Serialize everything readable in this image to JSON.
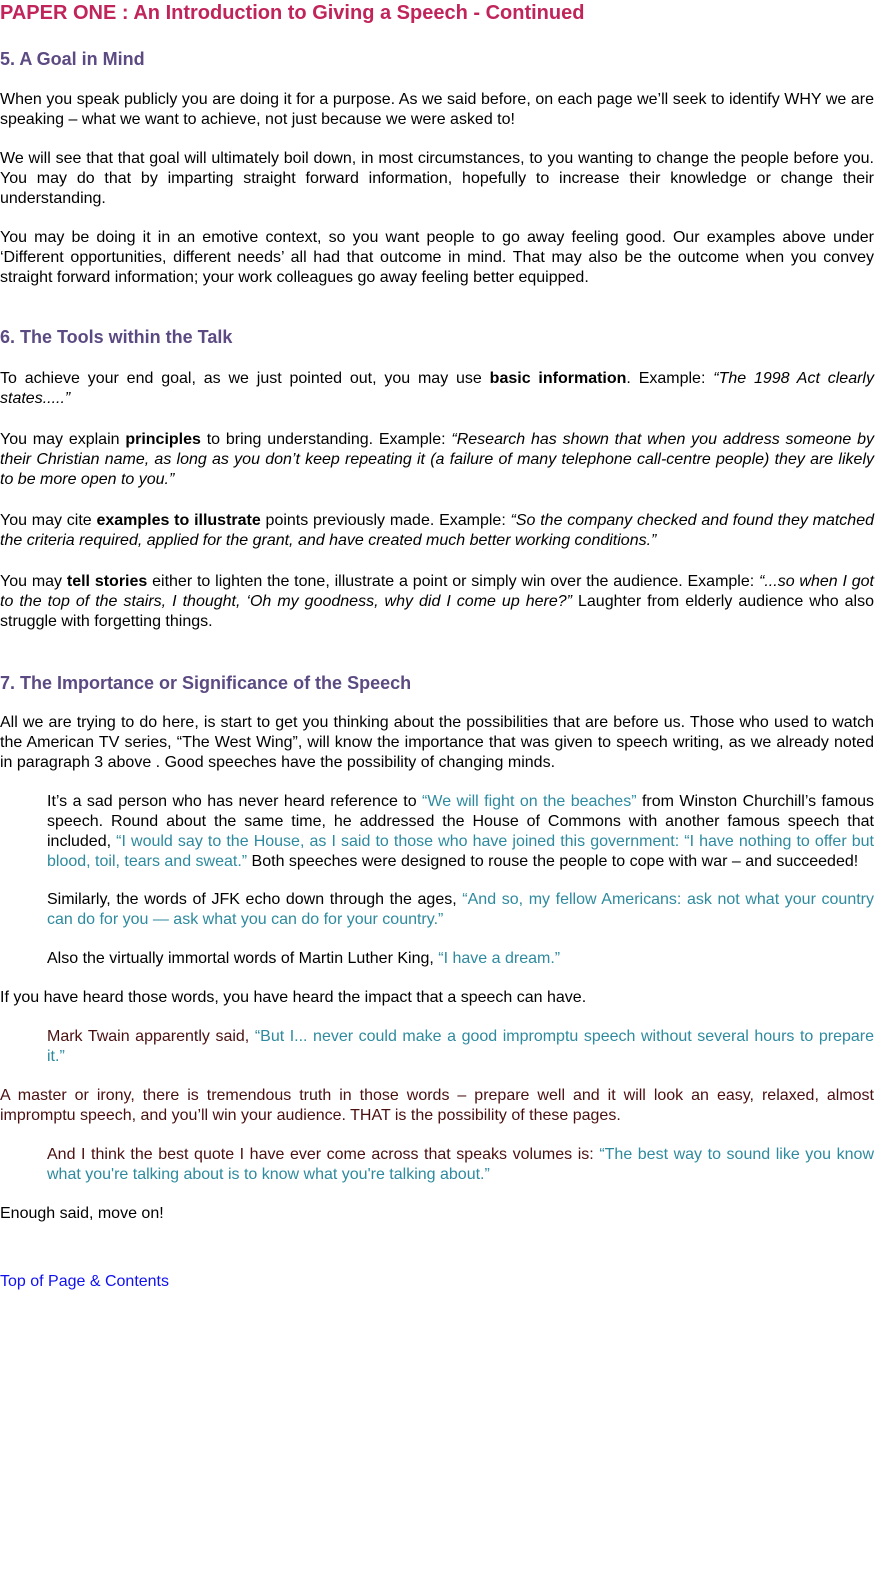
{
  "title": "PAPER ONE : An Introduction to Giving a Speech - Continued",
  "colors": {
    "title": "#c0245a",
    "heading": "#5c4a82",
    "quote": "#2e8a9e",
    "dark_text": "#4a1010",
    "link": "#1010ee"
  },
  "sec5": {
    "heading": "5. A Goal in Mind",
    "p1": "When you speak publicly you are doing it for a purpose. As we said before, on each page we’ll seek to identify WHY we are speaking – what we want to achieve, not just because we were asked to!",
    "p2": "We will see that that goal will ultimately boil down, in most circumstances, to you wanting to change the people before you. You may do that by imparting straight forward information, hopefully to increase their knowledge or change their understanding.",
    "p3": "You may be doing it in an emotive context, so you want people to go away feeling good. Our examples above under ‘Different opportunities, different needs’ all had that outcome in mind. That may also be the outcome when you convey straight forward information; your work colleagues go away feeling better equipped."
  },
  "sec6": {
    "heading": "6. The Tools within the Talk",
    "p1_a": "To achieve your end goal, as we just pointed out, you may use ",
    "p1_b": "basic information",
    "p1_c": ". Example: ",
    "p1_d": "“The 1998 Act clearly states.....”",
    "p2_a": "You may explain ",
    "p2_b": "principles",
    "p2_c": " to bring understanding. Example: ",
    "p2_d": "“Research has shown that when you address someone by their Christian name, as long as you don’t keep repeating it (a failure of many telephone call-centre people) they are likely to be more open to you.”",
    "p3_a": "You may cite ",
    "p3_b": "examples to illustrate",
    "p3_c": " points previously made. Example: ",
    "p3_d": "“So the company checked and found they matched the criteria required, applied for the grant, and have created much better working conditions.”",
    "p4_a": "You may ",
    "p4_b": "tell stories",
    "p4_c": " either to lighten the tone, illustrate a point or simply win over the audience. Example:  ",
    "p4_d": "“...so when I got to the top of the stairs, I thought, ‘Oh my goodness, why did I come up here?”",
    "p4_e": " Laughter from elderly audience who also struggle with forgetting things."
  },
  "sec7": {
    "heading": "7. The Importance or Significance of the Speech",
    "p1": "All we are trying to do here, is start to get you thinking about the possibilities that are before us. Those who used to watch the American TV series, “The West Wing”, will know the importance that was given to speech writing, as we already noted in paragraph 3 above . Good speeches have the possibility of changing minds.",
    "q1_a": "It’s a sad person who has never heard reference to ",
    "q1_b": "“We will fight on the beaches”",
    "q1_c": " from Winston Churchill’s famous speech. Round about the same time, he addressed the House of Commons with another famous speech that included, ",
    "q1_d": "“I would say to the House, as I said to those who have joined this government: “I have nothing to offer but blood, toil, tears and sweat.”",
    "q1_e": " Both speeches were designed to rouse the people to cope with war – and succeeded!",
    "q2_a": "Similarly, the words of JFK echo down through the ages, ",
    "q2_b": "“And so, my fellow Americans: ask not what your country can do for you — ask what you can do for your country.”",
    "q3_a": "Also the virtually immortal words of Martin Luther King, ",
    "q3_b": "“I have a dream.”",
    "p2": "If you have heard those words, you have heard the impact that a speech can have.",
    "q4_a": "Mark Twain apparently said, ",
    "q4_b": "“But I... never could make a good impromptu speech without several hours to prepare it.”",
    "p3": "A master or irony, there is tremendous truth in those words – prepare well and it will look an easy, relaxed, almost impromptu speech, and you’ll win your audience. THAT is the possibility of these pages.",
    "q5_a": "And I think the best quote I have ever come across that speaks volumes is:  ",
    "q5_b": "“The best way to sound like you know what you're talking about is to know what you're talking about.”",
    "p4": "Enough said, move on!"
  },
  "footer": {
    "link": "Top of Page & Contents"
  }
}
